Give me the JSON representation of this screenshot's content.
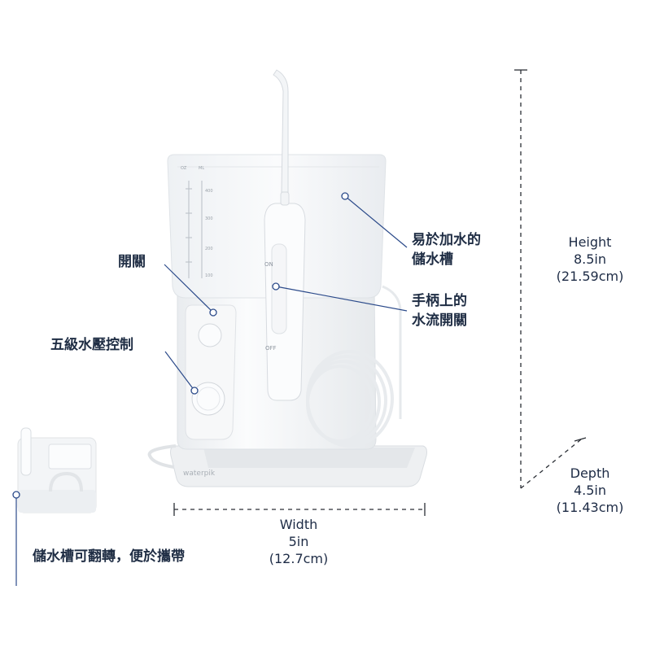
{
  "brand": "waterpik",
  "callouts": {
    "switch": "開關",
    "pressure": "五級水壓控制",
    "reservoir_line1": "易於加水的",
    "reservoir_line2": "儲水槽",
    "handle_line1": "手柄上的",
    "handle_line2": "水流開關",
    "flip": "儲水槽可翻轉，便於攜帶"
  },
  "dimensions": {
    "height": {
      "label": "Height",
      "imperial": "8.5in",
      "metric": "(21.59cm)"
    },
    "depth": {
      "label": "Depth",
      "imperial": "4.5in",
      "metric": "(11.43cm)"
    },
    "width": {
      "label": "Width",
      "imperial": "5in",
      "metric": "(12.7cm)"
    }
  },
  "handle_marks": {
    "on": "ON",
    "off": "OFF"
  },
  "reservoir_scale": {
    "oz": "OZ",
    "ml": "ML",
    "ml_marks": [
      "400",
      "300",
      "200",
      "100"
    ]
  },
  "colors": {
    "accent": "#2b4a8a",
    "text": "#1f2d44",
    "device": "#f4f6f8"
  }
}
